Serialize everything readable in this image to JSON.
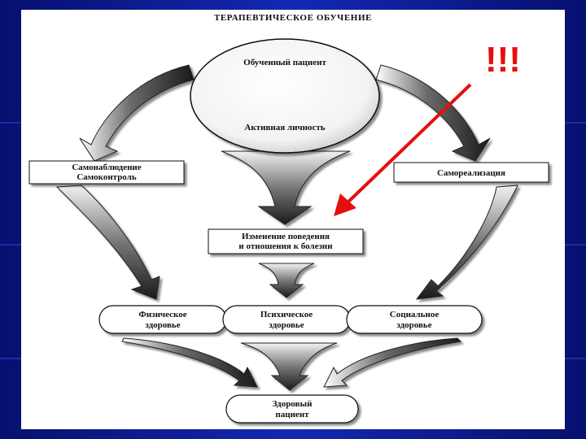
{
  "diagram": {
    "title": "ТЕРАПЕВТИЧЕСКОЕ ОБУЧЕНИЕ",
    "emphasis": "!!!",
    "nodes": {
      "trained_patient": "Обученный пациент",
      "active_personality": "Активная личность",
      "self_observation_line1": "Самонаблюдение",
      "self_observation_line2": "Самоконтроль",
      "self_realization": "Самореализация",
      "behavior_change_line1": "Изменение поведения",
      "behavior_change_line2": "и отношения к болезни",
      "physical_health_line1": "Физическое",
      "physical_health_line2": "здоровье",
      "mental_health_line1": "Психическое",
      "mental_health_line2": "здоровье",
      "social_health_line1": "Социальное",
      "social_health_line2": "здоровье",
      "healthy_patient_line1": "Здоровый",
      "healthy_patient_line2": "пациент"
    },
    "colors": {
      "slide_background": "#0a1a8c",
      "panel": "#ffffff",
      "pointer_arrow": "#e41010"
    }
  }
}
